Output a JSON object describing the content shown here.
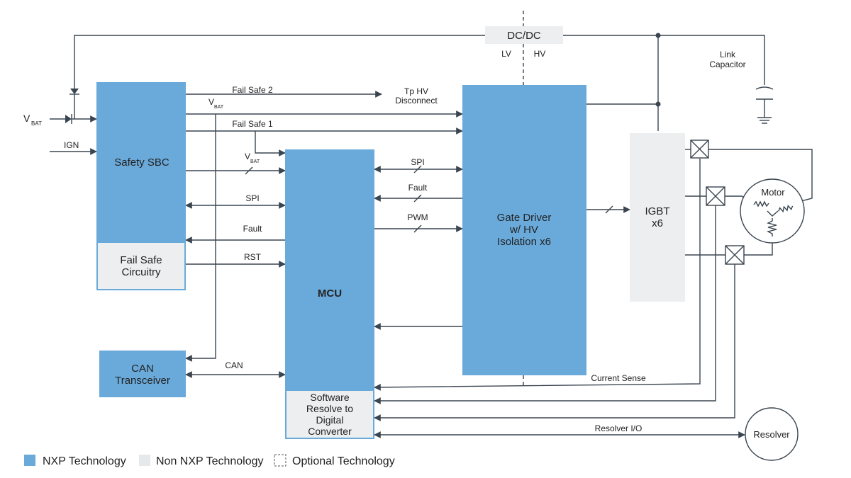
{
  "blocks": {
    "safety_sbc": "Safety SBC",
    "fail_safe": [
      "Fail Safe",
      "Circuitry"
    ],
    "can_transceiver": [
      "CAN",
      "Transceiver"
    ],
    "mcu": "MCU",
    "resolver_sw": [
      "Software",
      "Resolve to",
      "Digital",
      "Converter"
    ],
    "gate_driver": [
      "Gate Driver",
      "w/ HV",
      "Isolation x6"
    ],
    "igbt": [
      "IGBT",
      "x6"
    ],
    "dcdc": "DC/DC",
    "motor": "Motor",
    "resolver": "Resolver"
  },
  "labels": {
    "lv": "LV",
    "hv": "HV",
    "link_capacitor": [
      "Link",
      "Capacitor"
    ],
    "vbat_main": "V",
    "vbat_sub": "BAT",
    "ign": "IGN",
    "fail_safe_2": "Fail Safe 2",
    "fail_safe_1": "Fail Safe 1",
    "tp_hv": [
      "Tp HV",
      "Disconnect"
    ],
    "spi": "SPI",
    "fault": "Fault",
    "rst": "RST",
    "can": "CAN",
    "pwm": "PWM",
    "current_sense": "Current Sense",
    "resolver_io": "Resolver I/O"
  },
  "legend": [
    {
      "label": "NXP Technology",
      "color": "#6aaadb",
      "style": "solid"
    },
    {
      "label": "Non NXP Technology",
      "color": "#e6e9eb",
      "style": "solid"
    },
    {
      "label": "Optional Technology",
      "color": "#ffffff",
      "style": "dashed"
    }
  ],
  "colors": {
    "nxp": "#6aaadb",
    "non_nxp": "#eceef0",
    "line": "#3a4550"
  }
}
